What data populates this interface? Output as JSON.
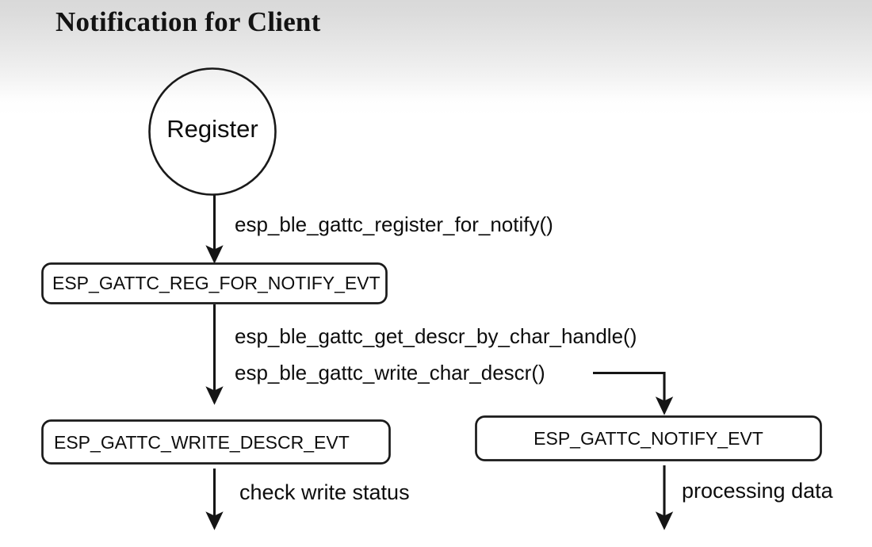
{
  "slide": {
    "title": "Notification for Client",
    "background": {
      "top_color": "#d9d9d9",
      "bottom_color": "#ffffff"
    },
    "stroke_color": "#1a1a1a",
    "text_color": "#0d0d0d"
  },
  "nodes": {
    "start": {
      "label": "Register",
      "shape": "circle"
    },
    "reg_for_notify_evt": {
      "label": "ESP_GATTC_REG_FOR_NOTIFY_EVT",
      "shape": "rounded-rect"
    },
    "write_descr_evt": {
      "label": "ESP_GATTC_WRITE_DESCR_EVT",
      "shape": "rounded-rect"
    },
    "notify_evt": {
      "label": "ESP_GATTC_NOTIFY_EVT",
      "shape": "rounded-rect"
    }
  },
  "edges": {
    "register_call": "esp_ble_gattc_register_for_notify()",
    "get_descr_call": "esp_ble_gattc_get_descr_by_char_handle()",
    "write_descr_call": "esp_ble_gattc_write_char_descr()",
    "check_write_status": "check write status",
    "processing_data": "processing data"
  }
}
